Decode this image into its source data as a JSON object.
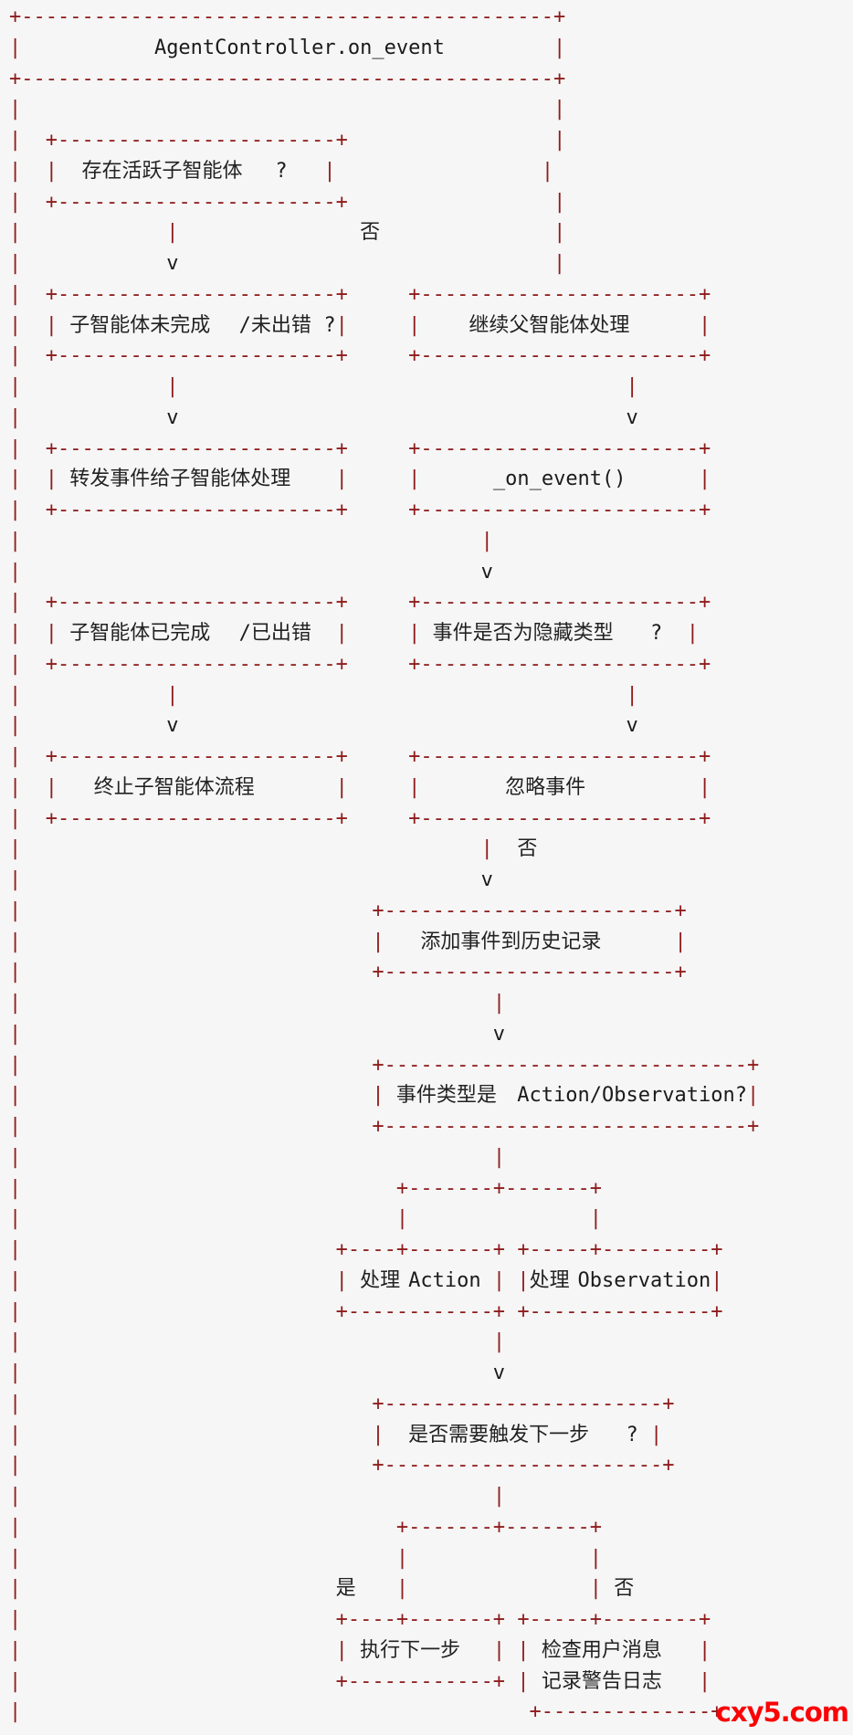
{
  "page": {
    "background": "#f6f6f6"
  },
  "colors": {
    "border_red": "#8e1c1c",
    "text_dark": "#1b1b1b",
    "watermark_red": "#fb0205"
  },
  "watermark": {
    "text": "cxy5.com"
  },
  "flowchart": {
    "title": "AgentController.on_event",
    "arrow_glyph": "v",
    "nodes": [
      "存在活跃子智能体?",
      "子智能体未完成/未出错?",
      "转发事件给子智能体处理",
      "子智能体已完成/已出错",
      "终止子智能体流程",
      "继续父智能体处理",
      "_on_event()",
      "事件是否为隐藏类型?",
      "忽略事件",
      "添加事件到历史记录",
      "事件类型是Action/Observation?",
      "处理Action",
      "处理Observation",
      "是否需要触发下一步?",
      "执行下一步",
      "检查用户消息",
      "记录警告日志"
    ],
    "edge_labels": [
      "否",
      "否",
      "是",
      "否"
    ]
  },
  "ascii": {
    "lines": [
      "+--------------------------------------------+",
      "|           AgentController.on_event         |",
      "+--------------------------------------------+",
      "|                                            |",
      "|  +-----------------------+                 |",
      "|  |  存在活跃子智能体?   |                 |",
      "|  +-----------------------+                 |",
      "|            |               否              |",
      "|            v                               |",
      "|  +-----------------------+     +-----------------------+",
      "|  | 子智能体未完成/未出错?|     |    继续父智能体处理   |",
      "|  +-----------------------+     +-----------------------+",
      "|            |                                     |",
      "|            v                                     v",
      "|  +-----------------------+     +-----------------------+",
      "|  | 转发事件给子智能体处理|     |      _on_event()      |",
      "|  +-----------------------+     +-----------------------+",
      "|                                      |",
      "|                                      v",
      "|  +-----------------------+     +-----------------------+",
      "|  | 子智能体已完成/已出错 |     | 事件是否为隐藏类型?  |",
      "|  +-----------------------+     +-----------------------+",
      "|            |                                     |",
      "|            v                                     v",
      "|  +-----------------------+     +-----------------------+",
      "|  |   终止子智能体流程    |     |       忽略事件        |",
      "|  +-----------------------+     +-----------------------+",
      "|                                      |  否",
      "|                                      v",
      "|                             +------------------------+",
      "|                             |   添加事件到历史记录   |",
      "|                             +------------------------+",
      "|                                       |",
      "|                                       v",
      "|                             +------------------------------+",
      "|                             | 事件类型是Action/Observation?|",
      "|                             +------------------------------+",
      "|                                       |",
      "|                               +-------+-------+",
      "|                               |               |",
      "|                          +----+-------+ +-----+---------+",
      "|                          | 处理Action | |处理Observation|",
      "|                          +------------+ +---------------+",
      "|                                       |",
      "|                                       v",
      "|                             +-----------------------+",
      "|                             |  是否需要触发下一步? |",
      "|                             +-----------------------+",
      "|                                       |",
      "|                               +-------+-------+",
      "|                               |               |",
      "|                          是   |               | 否",
      "|                          +----+-------+ +-----+--------+",
      "|                          | 执行下一步 | | 检查用户消息 |",
      "|                          +------------+ | 记录警告日志 |",
      "|                                          +--------------+"
    ]
  }
}
